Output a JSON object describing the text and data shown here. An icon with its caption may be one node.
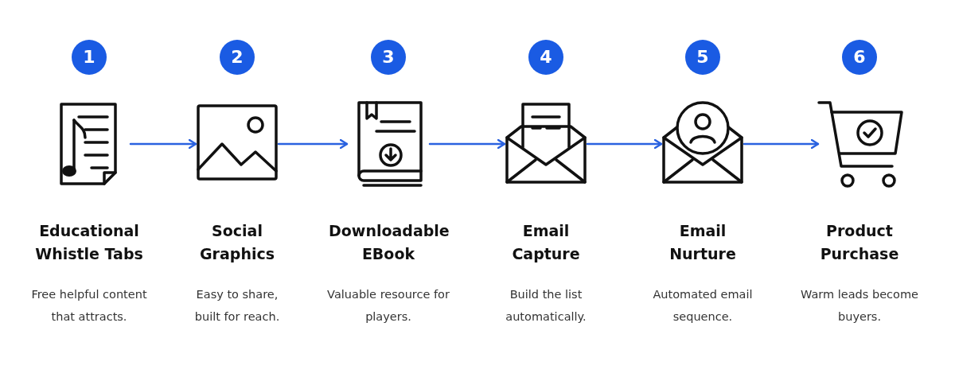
{
  "diagram": {
    "nodes": [
      {
        "text": [],
        "shape": "picture",
        "beside": [
          "1",
          "Educational Whistle Tabs",
          "Free helpful content that attracts."
        ]
      },
      {
        "text": [],
        "shape": "picture",
        "beside": [
          "2",
          "Social Graphics",
          "Easy to share, built for reach."
        ]
      },
      {
        "text": [],
        "shape": "picture",
        "beside": [
          "3",
          "Downloadable EBook",
          "Valuable resource for players."
        ]
      },
      {
        "text": [],
        "shape": "picture",
        "beside": [
          "4",
          "Email Capture",
          "Build the list automatically."
        ]
      },
      {
        "text": [],
        "shape": "picture",
        "beside": [
          "5",
          "Email Nurture",
          "Automated email sequence."
        ]
      },
      {
        "text": [],
        "shape": "picture",
        "beside": [
          "6",
          "Product Purchase",
          "Warm leads become buyers."
        ]
      }
    ],
    "edges": [
      {
        "from": 0,
        "to": 1,
        "arrow": "to"
      },
      {
        "from": 1,
        "to": 2,
        "arrow": "to"
      },
      {
        "from": 2,
        "to": 3,
        "arrow": "to"
      },
      {
        "from": 3,
        "to": 4,
        "arrow": "to"
      },
      {
        "from": 4,
        "to": 5,
        "arrow": "to"
      }
    ]
  }
}
